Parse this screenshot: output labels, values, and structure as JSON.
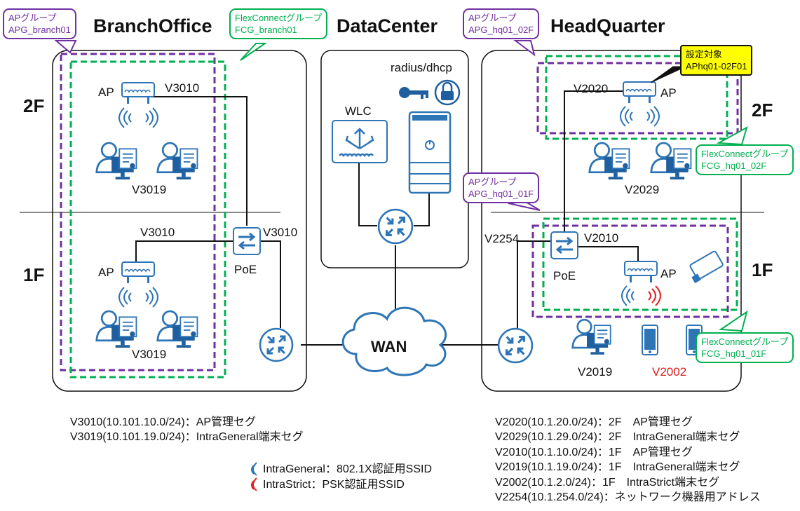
{
  "sites": {
    "branch": "BranchOffice",
    "datacenter": "DataCenter",
    "hq": "HeadQuarter"
  },
  "floors": {
    "f2": "2F",
    "f1": "1F"
  },
  "callouts": {
    "apg_branch": {
      "line1": "APグループ",
      "line2": "APG_branch01"
    },
    "fcg_branch": {
      "line1": "FlexConnectグループ",
      "line2": "FCG_branch01"
    },
    "apg_hq_2f": {
      "line1": "APグループ",
      "line2": "APG_hq01_02F"
    },
    "target": {
      "line1": "設定対象",
      "line2": "APhq01-02F01"
    },
    "fcg_hq_2f": {
      "line1": "FlexConnectグループ",
      "line2": "FCG_hq01_02F"
    },
    "apg_hq_1f": {
      "line1": "APグループ",
      "line2": "APG_hq01_01F"
    },
    "fcg_hq_1f": {
      "line1": "FlexConnectグループ",
      "line2": "FCG_hq01_01F"
    }
  },
  "labels": {
    "ap": "AP",
    "poe": "PoE",
    "wlc": "WLC",
    "radius": "radius/dhcp",
    "wan": "WAN",
    "v3010": "V3010",
    "v3019": "V3019",
    "v2020": "V2020",
    "v2029": "V2029",
    "v2010": "V2010",
    "v2254": "V2254",
    "v2019": "V2019",
    "v2002": "V2002"
  },
  "notes_branch": [
    "V3010(10.101.10.0/24)：AP管理セグ",
    "V3019(10.101.19.0/24)：IntraGeneral端末セグ"
  ],
  "notes_hq": [
    "V2020(10.1.20.0/24)：2F　AP管理セグ",
    "V2029(10.1.29.0/24)：2F　IntraGeneral端末セグ",
    "V2010(10.1.10.0/24)：1F　AP管理セグ",
    "V2019(10.1.19.0/24)：1F　IntraGeneral端末セグ",
    "V2002(10.1.2.0/24)：1F　IntraStrict端末セグ",
    "V2254(10.1.254.0/24)：ネットワーク機器用アドレス"
  ],
  "legend": [
    {
      "name": "IntraGeneral：802.1X認証用SSID",
      "color": "#2e75b6"
    },
    {
      "name": "IntraStrict：PSK認証用SSID",
      "color": "#e02020"
    }
  ],
  "colors": {
    "device_blue": "#2e75b6",
    "ap_group": "#7030a0",
    "flex_group": "#00b050",
    "strict_red": "#e02020",
    "highlight": "#ffff00"
  }
}
